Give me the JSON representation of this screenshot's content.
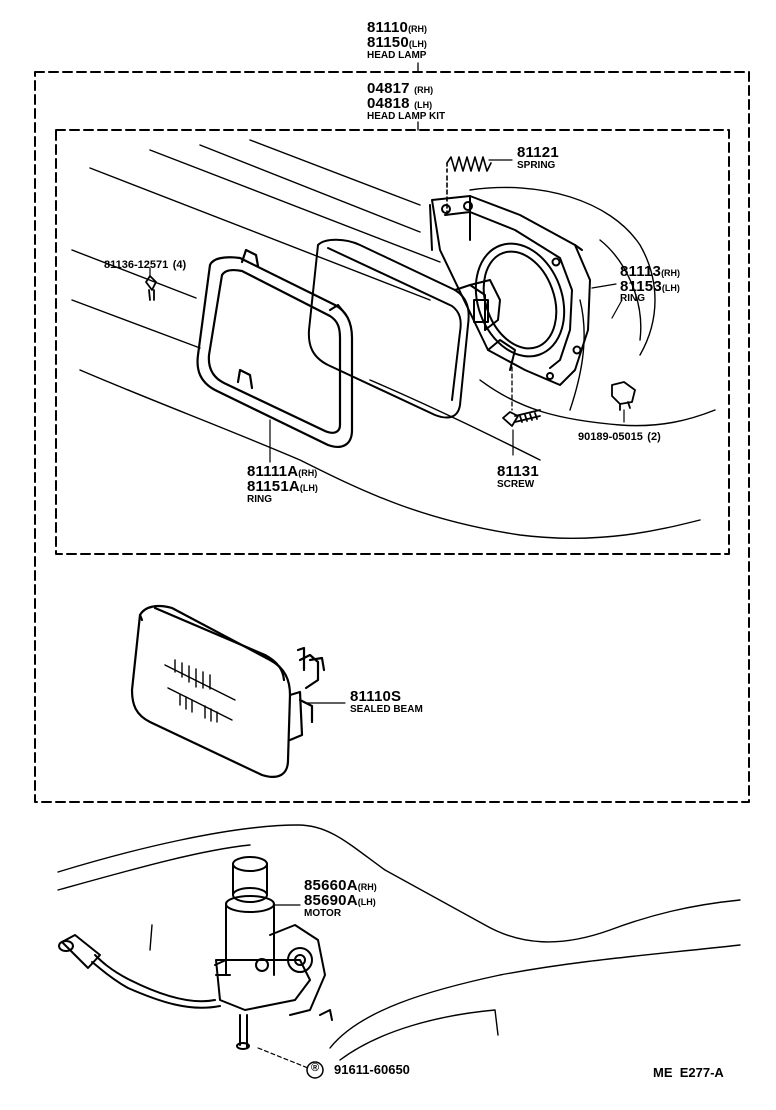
{
  "head_lamp": {
    "rh_number": "81110",
    "rh_suffix": "(RH)",
    "lh_number": "81150",
    "lh_suffix": "(LH)",
    "name": "HEAD LAMP"
  },
  "head_lamp_kit": {
    "rh_number": "04817",
    "rh_suffix": "(RH)",
    "lh_number": "04818",
    "lh_suffix": "(LH)",
    "name": "HEAD LAMP KIT"
  },
  "spring": {
    "number": "81121",
    "name": "SPRING"
  },
  "screw_small": {
    "number": "81136-12571",
    "qty": "(4)"
  },
  "ring_rear": {
    "rh_number": "81113",
    "rh_suffix": "(RH)",
    "lh_number": "81153",
    "lh_suffix": "(LH)",
    "name": "RING"
  },
  "clip": {
    "number": "90189-05015",
    "qty": "(2)"
  },
  "screw": {
    "number": "81131",
    "name": "SCREW"
  },
  "ring_front": {
    "rh_number": "81111A",
    "rh_suffix": "(RH)",
    "lh_number": "81151A",
    "lh_suffix": "(LH)",
    "name": "RING"
  },
  "sealed_beam": {
    "number": "81110S",
    "name": "SEALED BEAM"
  },
  "motor": {
    "rh_number": "85660A",
    "rh_suffix": "(RH)",
    "lh_number": "85690A",
    "lh_suffix": "(LH)",
    "name": "MOTOR"
  },
  "bolt": {
    "symbol": "®",
    "number": "91611-60650"
  },
  "diagram_ref": "ME  E277-A",
  "colors": {
    "ink": "#000000",
    "paper": "#ffffff"
  }
}
